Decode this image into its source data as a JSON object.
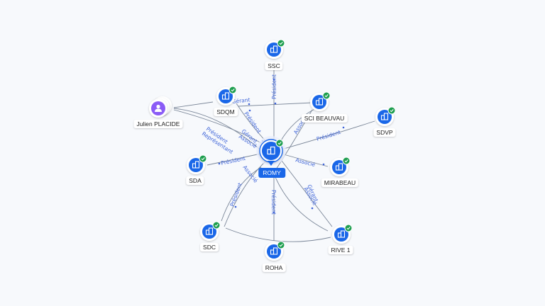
{
  "colors": {
    "node_icon_bg": "#1a67e8",
    "person_icon_bg": "#8b5cf6",
    "check_badge": "#1e9e4f",
    "edge": "#7a8698",
    "edge_label": "#3d63d8",
    "center_label_bg": "#1a67e8"
  },
  "center": {
    "label": "ROMY",
    "icon": "building-icon"
  },
  "nodes": [
    {
      "id": "ssc",
      "label": "SSC",
      "icon": "building-icon",
      "verified": true
    },
    {
      "id": "sdqm",
      "label": "SDQM",
      "icon": "building-icon",
      "verified": true
    },
    {
      "id": "sci",
      "label": "SCI BEAUVAU",
      "icon": "building-icon",
      "verified": true
    },
    {
      "id": "sdvp",
      "label": "SDVP",
      "icon": "building-icon",
      "verified": true
    },
    {
      "id": "person",
      "label": "Julien PLACIDE",
      "icon": "person-icon",
      "verified": false
    },
    {
      "id": "sda",
      "label": "SDA",
      "icon": "building-icon",
      "verified": true
    },
    {
      "id": "mirabeau",
      "label": "MIRABEAU",
      "icon": "building-icon",
      "verified": true
    },
    {
      "id": "sdc",
      "label": "SDC",
      "icon": "building-icon",
      "verified": true
    },
    {
      "id": "roha",
      "label": "ROHA",
      "icon": "building-icon",
      "verified": true
    },
    {
      "id": "rive",
      "label": "RIVE 1",
      "icon": "building-icon",
      "verified": true
    }
  ],
  "edges": [
    {
      "id": "e-ssc",
      "label": "Président"
    },
    {
      "id": "e-sdqm",
      "label": "Président"
    },
    {
      "id": "e-sdqm2",
      "label": "Gérant"
    },
    {
      "id": "e-sdqm3",
      "label": "Associé"
    },
    {
      "id": "e-sci",
      "label": "Associé"
    },
    {
      "id": "e-sdvp",
      "label": "Président"
    },
    {
      "id": "e-person",
      "label": "Président"
    },
    {
      "id": "e-person2",
      "label": "Représentant"
    },
    {
      "id": "e-sda",
      "label": "Président"
    },
    {
      "id": "e-mirabeau",
      "label": "Associé"
    },
    {
      "id": "e-sdc",
      "label": "Président"
    },
    {
      "id": "e-sdc2",
      "label": "Associé"
    },
    {
      "id": "e-roha",
      "label": "Président"
    },
    {
      "id": "e-rive",
      "label": "Gérant"
    },
    {
      "id": "e-rive2",
      "label": "Associé"
    },
    {
      "id": "e-person-sdqm",
      "label": "Gérant"
    }
  ]
}
